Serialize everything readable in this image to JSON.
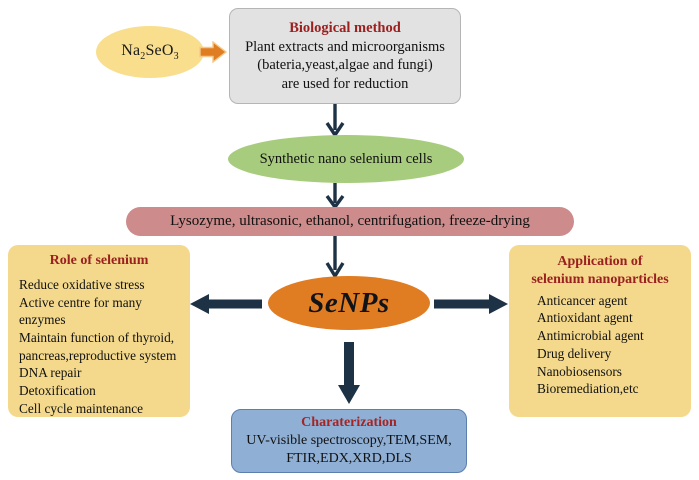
{
  "diagram": {
    "type": "flowchart",
    "title": "Synthesis, role and application of selenium nanoparticles",
    "colors": {
      "pale_yellow_ellipse": "#F8DE8D",
      "gray_box": "#E2E2E2",
      "green_ellipse": "#A8CC7D",
      "rose_bar": "#CD8B8B",
      "yellow_box": "#F4D98C",
      "orange_ellipse": "#E07C22",
      "blue_box": "#8FAFD4",
      "red_heading": "#9B2020",
      "navy_arrow": "#1E3246",
      "orange_arrow": "#E07C22"
    },
    "precursor": {
      "label_prefix": "Na",
      "sub1": "2",
      "label_mid": "SeO",
      "sub2": "3",
      "full_label": "Na2SeO3"
    },
    "biological_method": {
      "title": "Biological method",
      "lines": [
        "Plant extracts and microorganisms",
        "(bateria,yeast,algae and fungi)",
        "are used for reduction"
      ]
    },
    "synthetic_cells": {
      "label": "Synthetic nano selenium cells"
    },
    "processing": {
      "label": "Lysozyme, ultrasonic, ethanol, centrifugation, freeze-drying"
    },
    "role_of_selenium": {
      "title": "Role of selenium",
      "items": [
        "Reduce oxidative stress",
        "Active centre for many enzymes",
        "Maintain function of thyroid,",
        "pancreas,reproductive system",
        "DNA repair",
        "Detoxification",
        "Cell cycle maintenance"
      ]
    },
    "application": {
      "title_line1": "Application of",
      "title_line2": "selenium nanoparticles",
      "items": [
        "Anticancer agent",
        "Antioxidant agent",
        "Antimicrobial agent",
        "Drug delivery",
        "Nanobiosensors",
        "Bioremediation,etc"
      ]
    },
    "center": {
      "label": "SeNPs"
    },
    "characterization": {
      "title": "Charaterization",
      "lines": [
        "UV-visible spectroscopy,TEM,SEM,",
        "FTIR,EDX,XRD,DLS"
      ]
    },
    "arrows": [
      {
        "name": "precursor-to-biological",
        "direction": "right",
        "style": "block",
        "color": "#E07C22"
      },
      {
        "name": "biological-to-synthetic",
        "direction": "down",
        "style": "thin",
        "color": "#1E3246"
      },
      {
        "name": "synthetic-to-processing",
        "direction": "down",
        "style": "thin",
        "color": "#1E3246"
      },
      {
        "name": "processing-to-senps",
        "direction": "down",
        "style": "thin",
        "color": "#1E3246"
      },
      {
        "name": "senps-to-role",
        "direction": "left",
        "style": "block",
        "color": "#1E3246"
      },
      {
        "name": "senps-to-application",
        "direction": "right",
        "style": "block",
        "color": "#1E3246"
      },
      {
        "name": "senps-to-characterization",
        "direction": "down",
        "style": "block",
        "color": "#1E3246"
      }
    ]
  }
}
